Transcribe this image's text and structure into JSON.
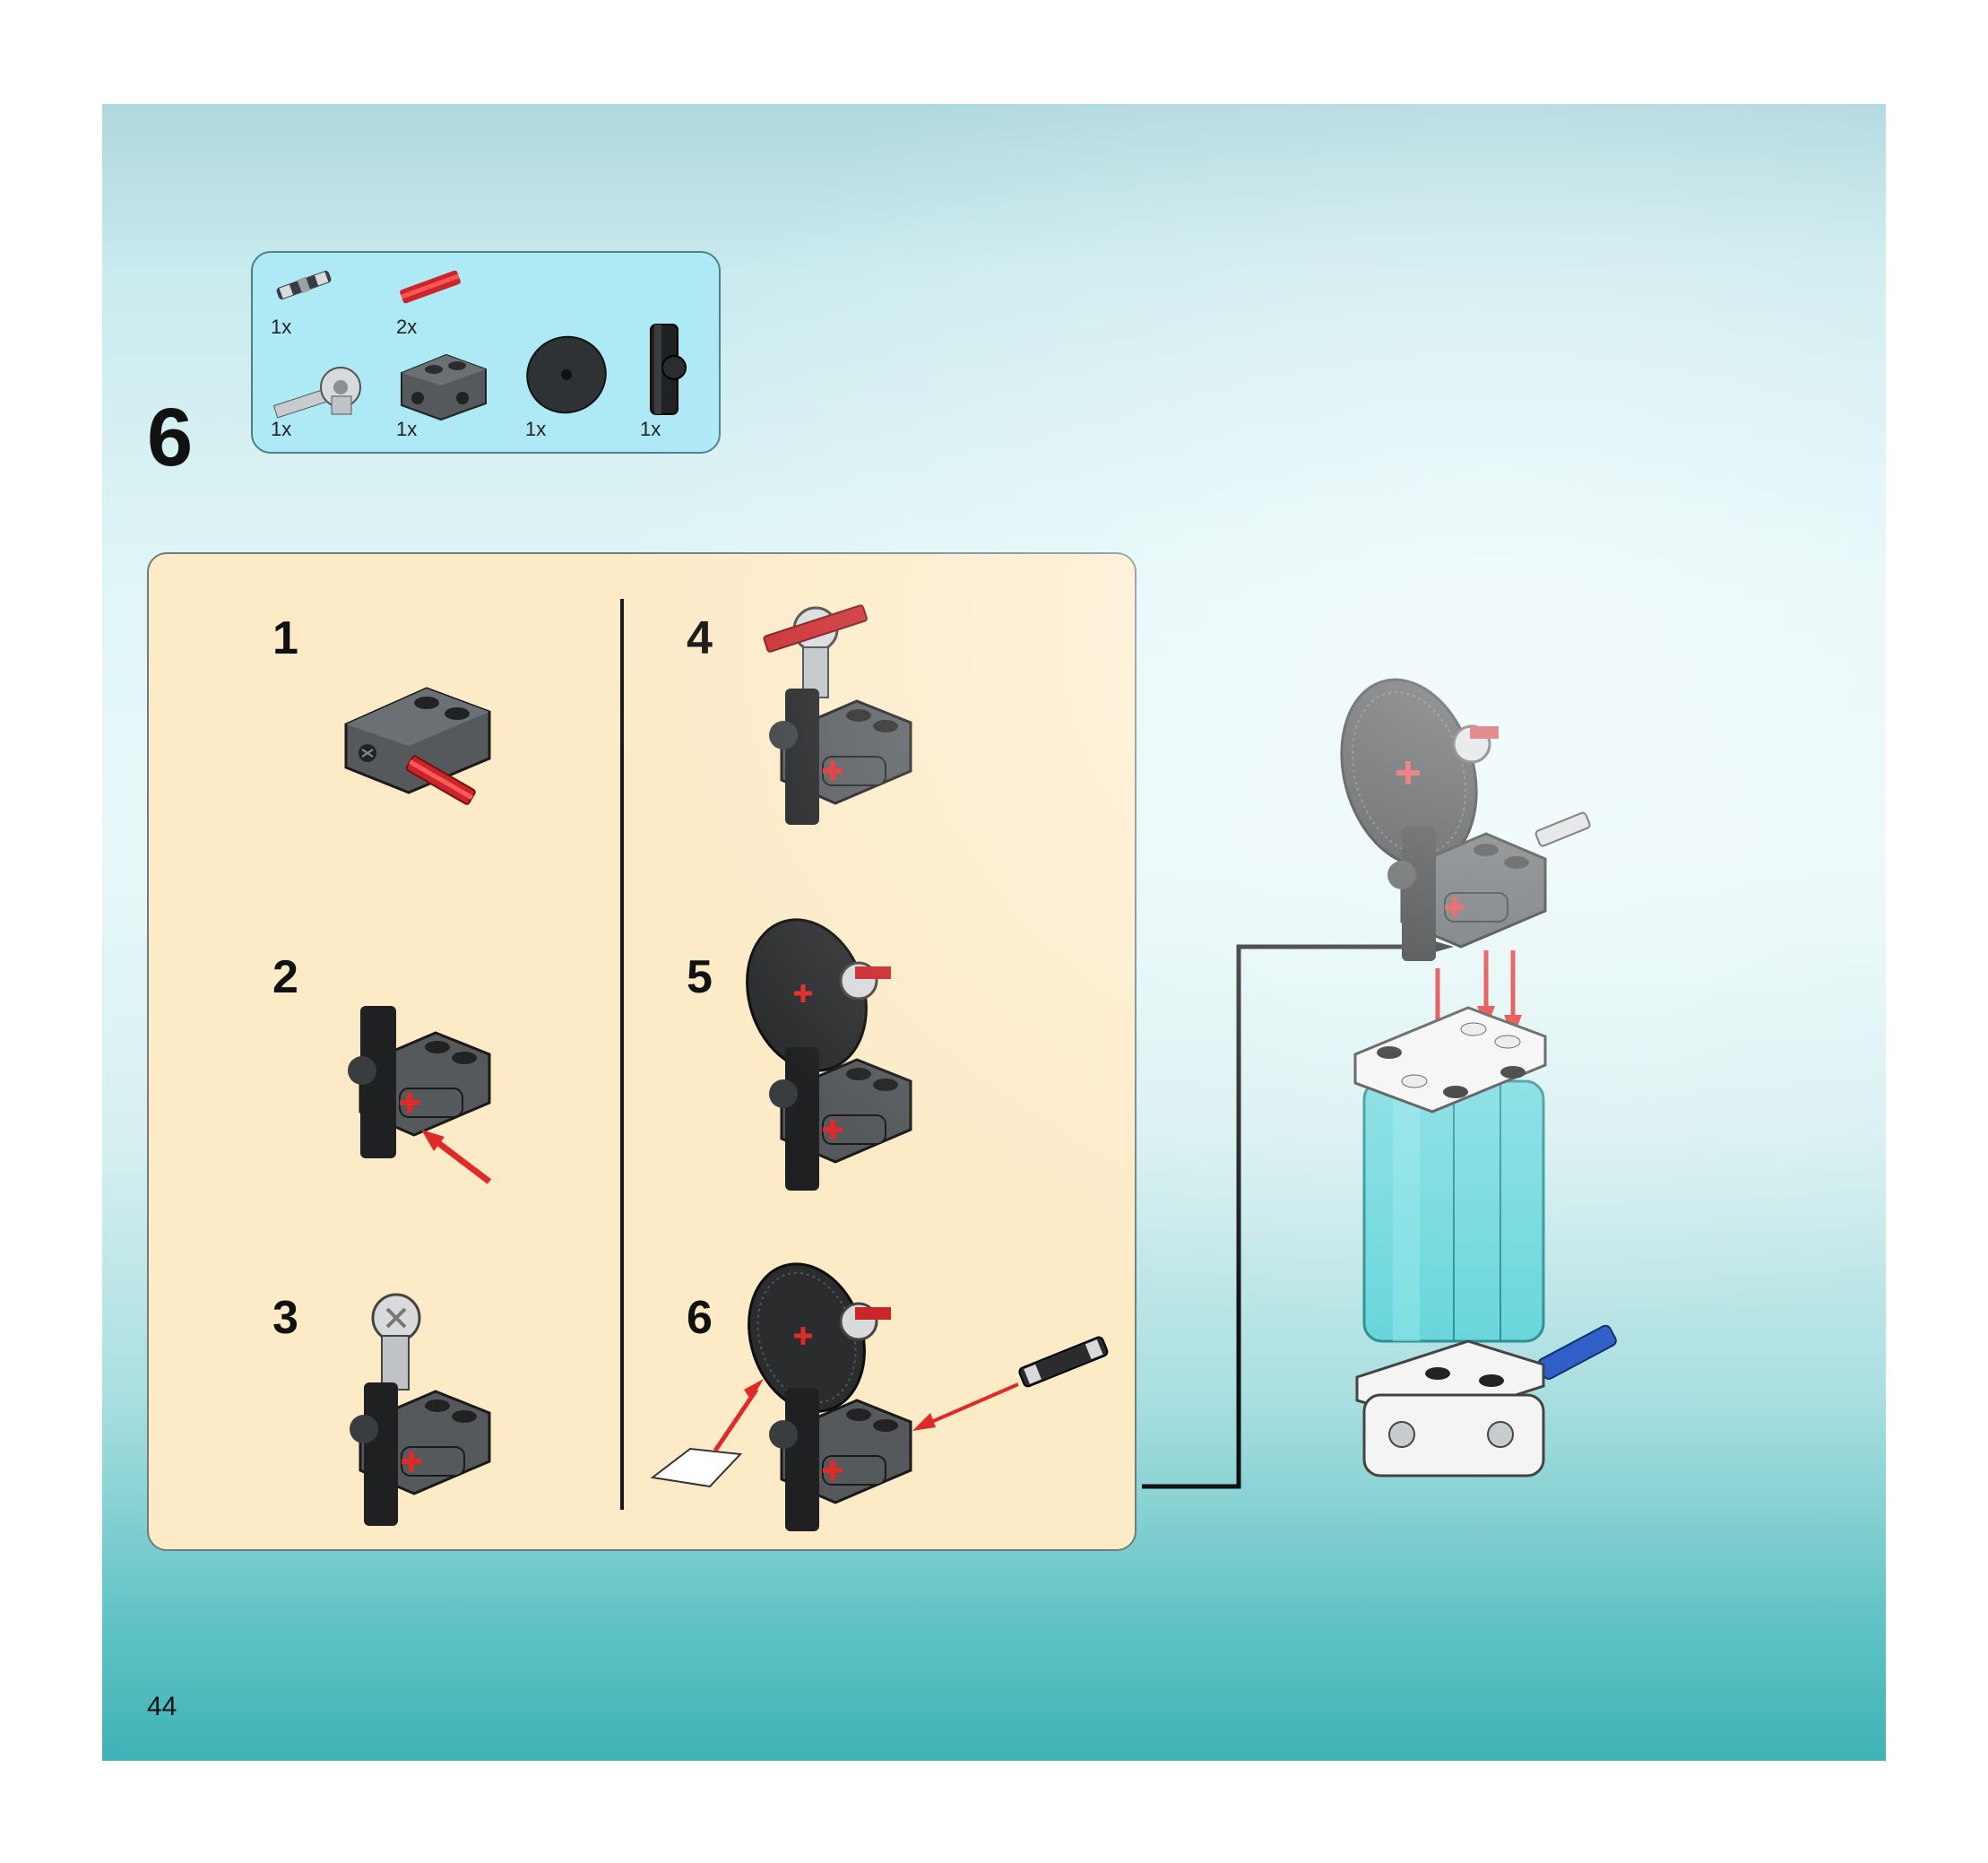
{
  "parts_list": {
    "items": [
      {
        "qty": "1x",
        "icon": "grey-pin-icon"
      },
      {
        "qty": "2x",
        "icon": "red-axle-icon"
      },
      {
        "qty": "1x",
        "icon": "axle-connector-icon"
      },
      {
        "qty": "1x",
        "icon": "dark-grey-brick-icon"
      },
      {
        "qty": "1x",
        "icon": "black-disc-icon"
      },
      {
        "qty": "1x",
        "icon": "black-axle-joiner-icon"
      }
    ]
  },
  "step": {
    "number": "6"
  },
  "sub_steps": [
    {
      "label": "1"
    },
    {
      "label": "2"
    },
    {
      "label": "3"
    },
    {
      "label": "4"
    },
    {
      "label": "5"
    },
    {
      "label": "6"
    }
  ],
  "page": {
    "number": "44"
  },
  "colors": {
    "dark_grey": "#55595c",
    "black": "#1a1a1a",
    "red": "#e02a2a",
    "light_grey": "#c9cccf",
    "trans_cyan": "#4fd2d8",
    "white": "#f4f4f4",
    "panel": "#fdebc8",
    "parts_box": "#aee9f6"
  }
}
